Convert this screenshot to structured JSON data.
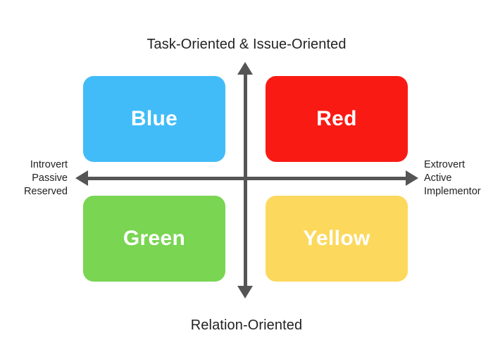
{
  "diagram": {
    "type": "four-quadrant-personality-matrix",
    "background_color": "#ffffff",
    "axis_color": "#555555"
  },
  "axes": {
    "vertical_top_label": "Task-Oriented & Issue-Oriented",
    "vertical_bottom_label": "Relation-Oriented",
    "horizontal_left_labels": [
      "Introvert",
      "Passive",
      "Reserved"
    ],
    "horizontal_right_labels": [
      "Extrovert",
      "Active",
      "Implementor"
    ],
    "left_line_1": "Introvert",
    "left_line_2": "Passive",
    "left_line_3": "Reserved",
    "right_line_1": "Extrovert",
    "right_line_2": "Active",
    "right_line_3": "Implementor"
  },
  "quadrants": [
    {
      "id": "blue",
      "label": "Blue",
      "color": "#42bcf8",
      "text_color": "#ffffff",
      "position": "top-left",
      "traits": [
        "Task-Oriented & Issue-Oriented",
        "Introvert",
        "Passive",
        "Reserved"
      ]
    },
    {
      "id": "red",
      "label": "Red",
      "color": "#fa1a14",
      "text_color": "#ffffff",
      "position": "top-right",
      "traits": [
        "Task-Oriented & Issue-Oriented",
        "Extrovert",
        "Active",
        "Implementor"
      ]
    },
    {
      "id": "green",
      "label": "Green",
      "color": "#79d552",
      "text_color": "#ffffff",
      "position": "bottom-left",
      "traits": [
        "Relation-Oriented",
        "Introvert",
        "Passive",
        "Reserved"
      ]
    },
    {
      "id": "yellow",
      "label": "Yellow",
      "color": "#fcd85c",
      "text_color": "#ffffff",
      "position": "bottom-right",
      "traits": [
        "Relation-Oriented",
        "Extrovert",
        "Active",
        "Implementor"
      ]
    }
  ]
}
